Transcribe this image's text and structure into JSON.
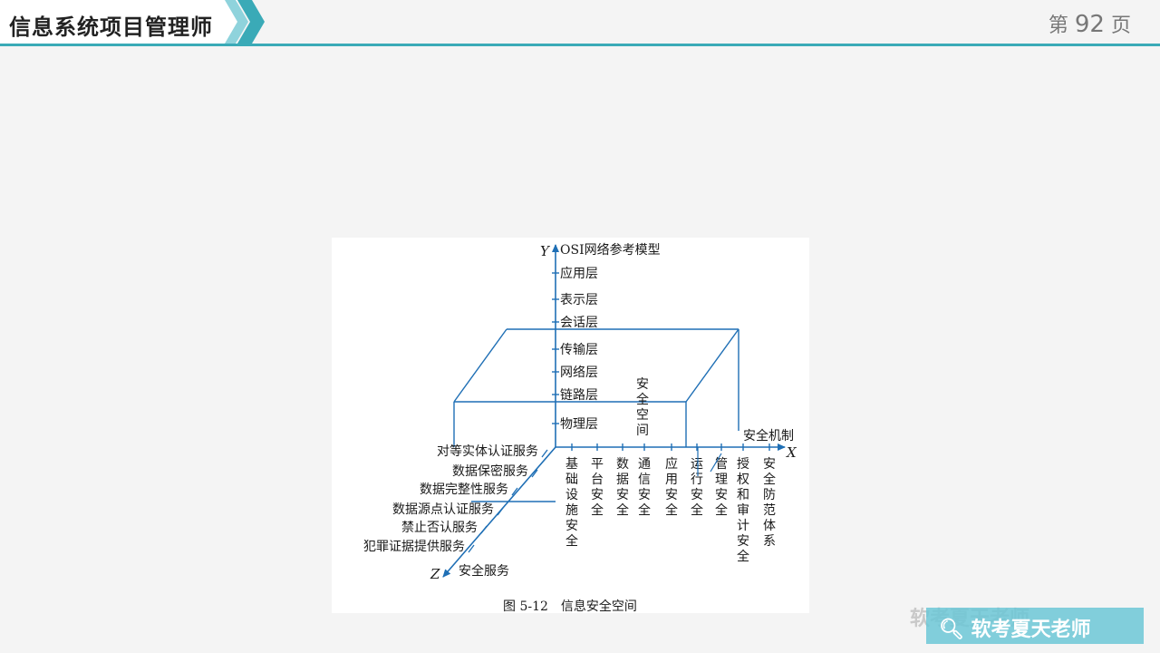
{
  "header": {
    "title": "信息系统项目管理师",
    "page_prefix": "第",
    "page_number": "92",
    "page_suffix": "页"
  },
  "diagram": {
    "y_axis_letter": "Y",
    "y_axis_title": "OSI网络参考模型",
    "osi_layers": [
      "应用层",
      "表示层",
      "会话层",
      "传输层",
      "网络层",
      "链路层",
      "物理层"
    ],
    "box_label": [
      "安",
      "全",
      "空",
      "间"
    ],
    "x_axis_letter": "X",
    "x_axis_title": "安全机制",
    "x_mechanisms": [
      [
        "基",
        "础",
        "设",
        "施",
        "安",
        "全"
      ],
      [
        "平",
        "台",
        "安",
        "全"
      ],
      [
        "数",
        "据",
        "安",
        "全"
      ],
      [
        "通",
        "信",
        "安",
        "全"
      ],
      [
        "应",
        "用",
        "安",
        "全"
      ],
      [
        "运",
        "行",
        "安",
        "全"
      ],
      [
        "管",
        "理",
        "安",
        "全"
      ],
      [
        "授",
        "权",
        "和",
        "审",
        "计",
        "安",
        "全"
      ],
      [
        "安",
        "全",
        "防",
        "范",
        "体",
        "系"
      ]
    ],
    "z_axis_letter": "Z",
    "z_axis_title": "安全服务",
    "z_services": [
      "对等实体认证服务",
      "数据保密服务",
      "数据完整性服务",
      "数据源点认证服务",
      "禁止否认服务",
      "犯罪证据提供服务"
    ],
    "caption": "图 5-12　信息安全空间"
  },
  "watermark": {
    "faint_text": "软考夏天老师",
    "text": "软考夏天老师"
  },
  "colors": {
    "accent": "#3aaab7",
    "line_blue": "#1f6fb5"
  }
}
